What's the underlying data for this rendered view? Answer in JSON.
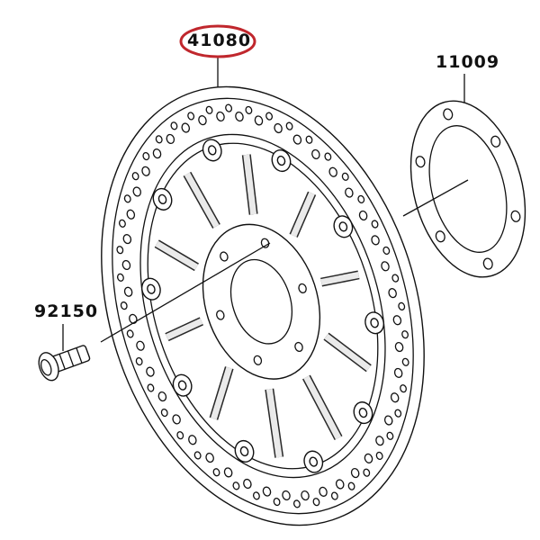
{
  "parts": [
    {
      "number": "41080",
      "name_icon": "brake-disc",
      "highlighted": true
    },
    {
      "number": "11009",
      "name_icon": "gasket"
    },
    {
      "number": "92150",
      "name_icon": "bolt"
    }
  ],
  "colors": {
    "highlight": "#c0272d",
    "line": "#111111"
  }
}
